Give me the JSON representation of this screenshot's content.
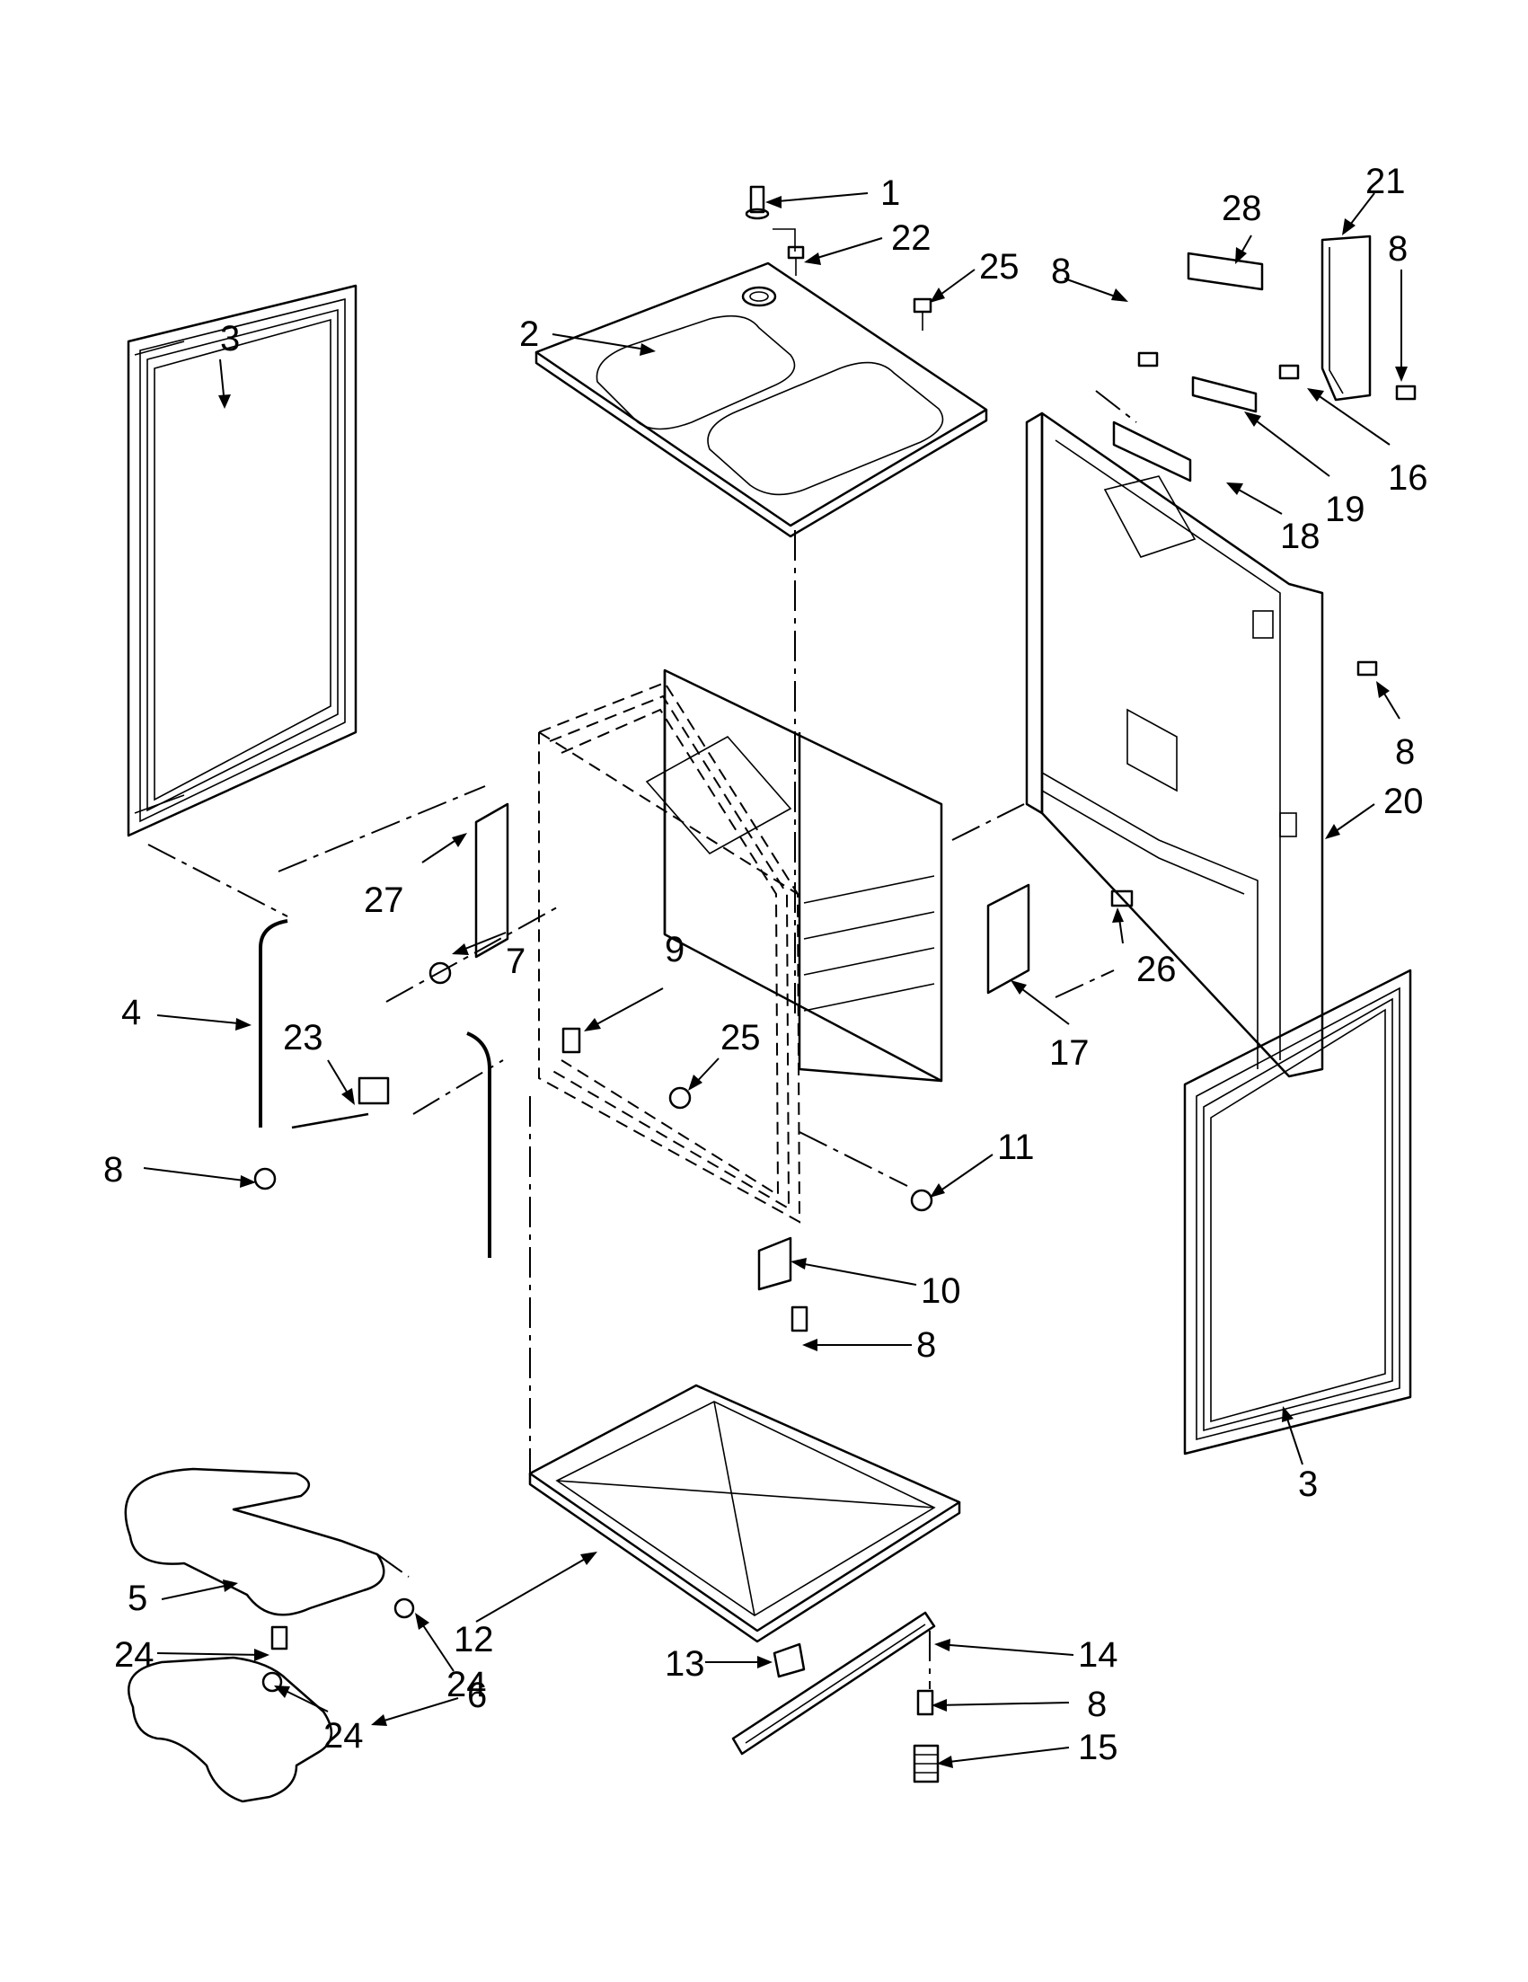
{
  "callouts": [
    {
      "label": "1"
    },
    {
      "label": "22"
    },
    {
      "label": "25"
    },
    {
      "label": "28"
    },
    {
      "label": "21"
    },
    {
      "label": "8"
    },
    {
      "label": "3"
    },
    {
      "label": "8"
    },
    {
      "label": "2"
    },
    {
      "label": "16"
    },
    {
      "label": "19"
    },
    {
      "label": "18"
    },
    {
      "label": "8"
    },
    {
      "label": "20"
    },
    {
      "label": "27"
    },
    {
      "label": "7"
    },
    {
      "label": "9"
    },
    {
      "label": "26"
    },
    {
      "label": "4"
    },
    {
      "label": "23"
    },
    {
      "label": "25"
    },
    {
      "label": "17"
    },
    {
      "label": "8"
    },
    {
      "label": "11"
    },
    {
      "label": "10"
    },
    {
      "label": "8"
    },
    {
      "label": "3"
    },
    {
      "label": "5"
    },
    {
      "label": "12"
    },
    {
      "label": "24"
    },
    {
      "label": "24"
    },
    {
      "label": "13"
    },
    {
      "label": "14"
    },
    {
      "label": "6"
    },
    {
      "label": "8"
    },
    {
      "label": "24"
    },
    {
      "label": "15"
    }
  ]
}
